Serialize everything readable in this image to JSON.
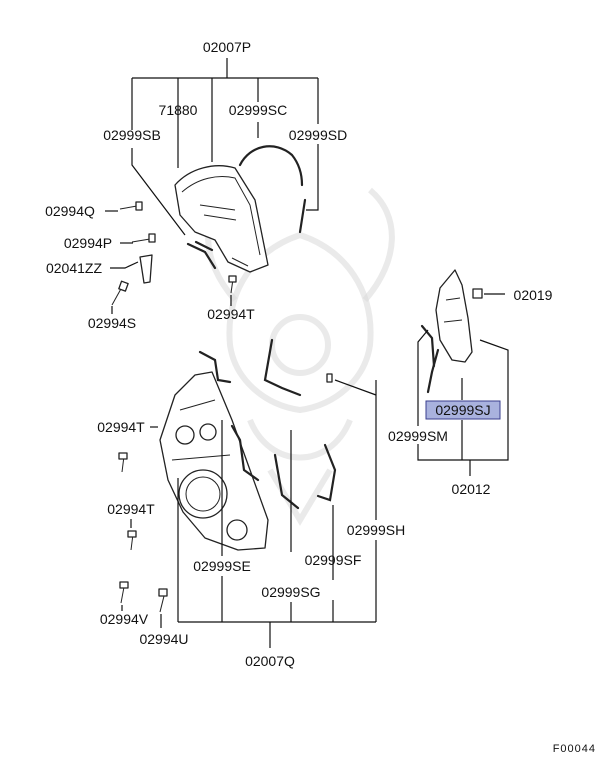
{
  "labels": {
    "p02007P": "02007P",
    "p71880": "71880",
    "p02999SC": "02999SC",
    "p02999SB": "02999SB",
    "p02999SD": "02999SD",
    "p02994Q": "02994Q",
    "p02994P": "02994P",
    "p02041ZZ": "02041ZZ",
    "p02994S": "02994S",
    "p02994T_top": "02994T",
    "p02019": "02019",
    "p02999SJ": "02999SJ",
    "p02999SM": "02999SM",
    "p02012": "02012",
    "p02994T_mid": "02994T",
    "p02994T_low": "02994T",
    "p02999SH": "02999SH",
    "p02999SE": "02999SE",
    "p02999SF": "02999SF",
    "p02999SG": "02999SG",
    "p02994V": "02994V",
    "p02994U": "02994U",
    "p02007Q": "02007Q"
  },
  "figure_code": "F00044",
  "highlighted_part": "02999SJ",
  "colors": {
    "highlight_fill": "#a9b2de",
    "highlight_border": "#3a3f8f",
    "line": "#111111",
    "watermark": "#d9d9d9"
  }
}
